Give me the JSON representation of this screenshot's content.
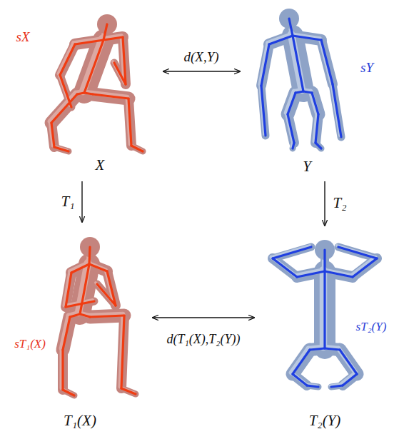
{
  "diagram": {
    "nodes": [
      {
        "text": [
          "sX",
          "X"
        ]
      },
      {
        "text": [
          "sY",
          "Y"
        ]
      },
      {
        "text": [
          "sT₁(X)",
          "T₁(X)"
        ]
      },
      {
        "text": [
          "sT₂(Y)",
          "T₂(Y)"
        ]
      }
    ],
    "edges": [
      {
        "from": 0,
        "to": 1,
        "arrow": "both",
        "label": "d(X,Y)"
      },
      {
        "from": 0,
        "to": 2,
        "arrow": "to",
        "label": "T₁"
      },
      {
        "from": 1,
        "to": 3,
        "arrow": "to",
        "label": "T₂"
      },
      {
        "from": 2,
        "to": 3,
        "arrow": "both",
        "label": "d(T₁(X),T₂(Y))"
      }
    ]
  }
}
